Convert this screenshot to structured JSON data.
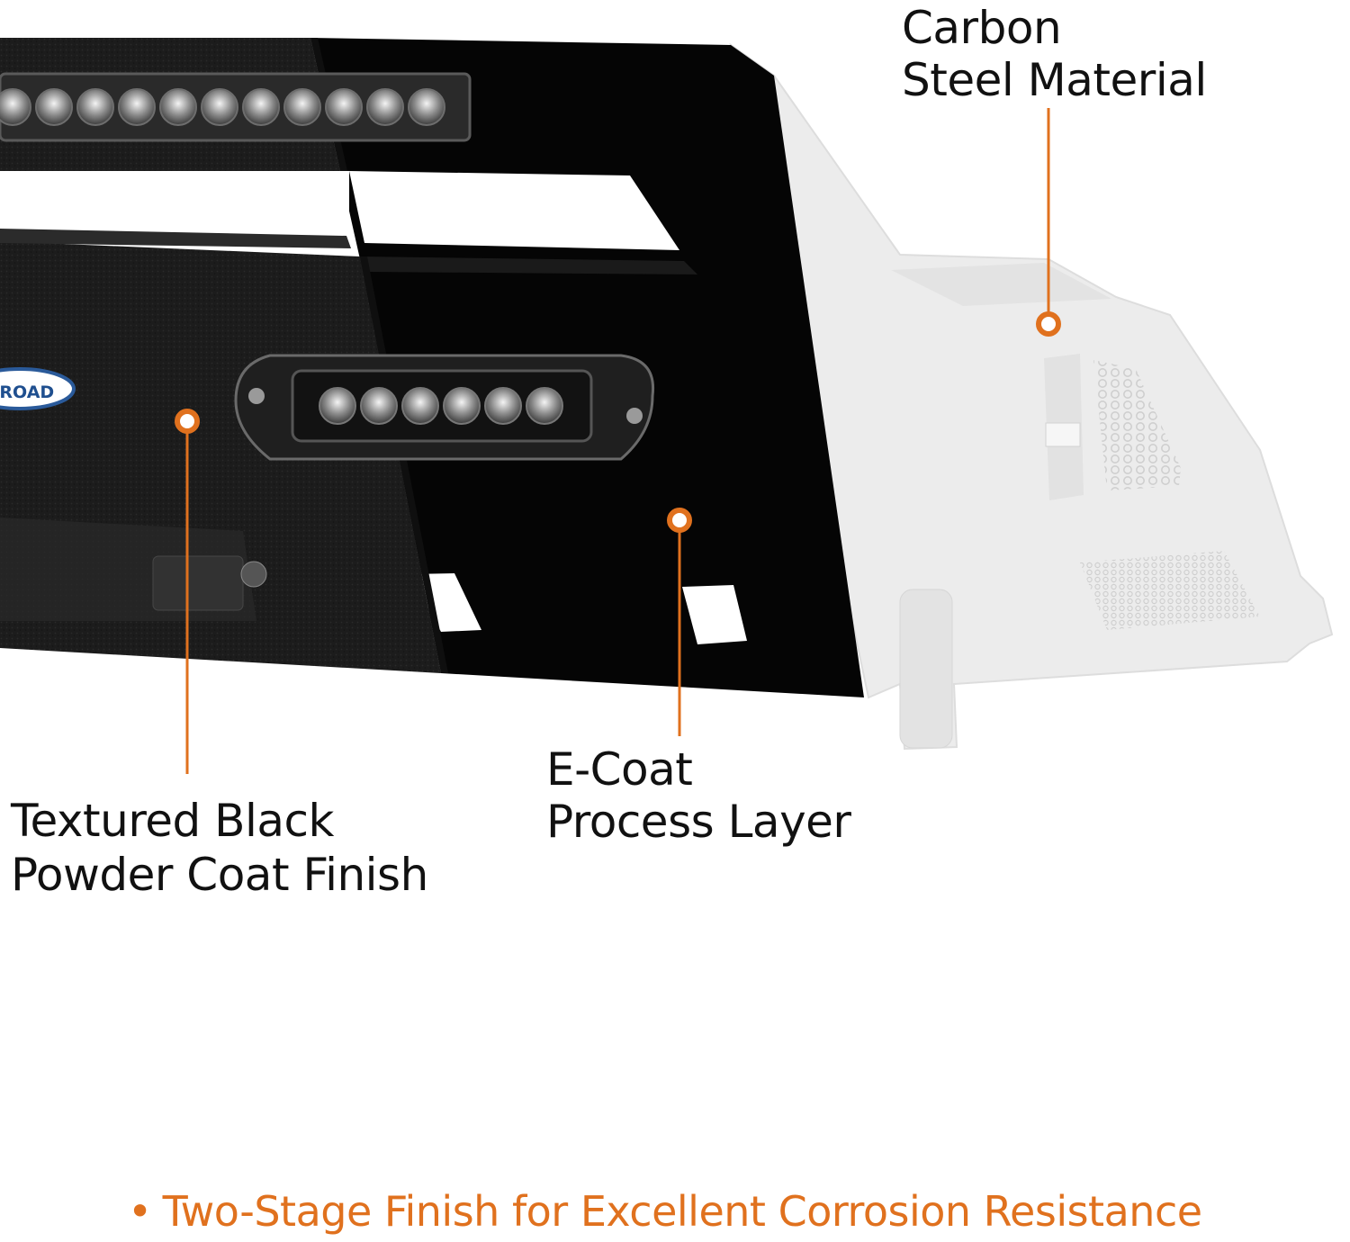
{
  "labels": {
    "carbon": {
      "line1": "Carbon",
      "line2": "Steel Material"
    },
    "textured": {
      "line1": "Textured Black",
      "line2": "Powder Coat Finish"
    },
    "ecoat": {
      "line1": "E-Coat",
      "line2": "Process Layer"
    }
  },
  "footer": {
    "bullet": "•",
    "text": "Two-Stage Finish for Excellent Corrosion Resistance"
  },
  "badge": {
    "text": "E ROAD"
  },
  "colors": {
    "accent": "#e0711e",
    "label_text": "#111111",
    "steel": "#ececec",
    "ecoat": "#050505",
    "powder": "#1d1d1d"
  },
  "icons": [
    "callout-dot-icon",
    "led-light-bar-icon",
    "led-pod-light-icon",
    "bolt-icon",
    "honeycomb-mesh-icon"
  ]
}
